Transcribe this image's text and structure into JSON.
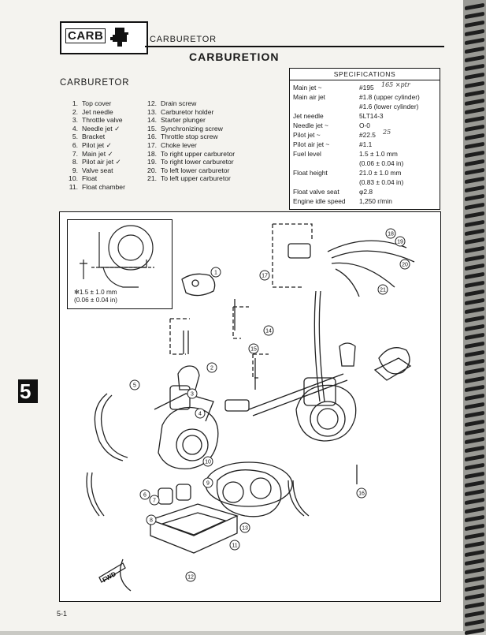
{
  "header": {
    "section_tag": "CARB",
    "section_title": "CARBURETOR",
    "main_title": "CARBURETION"
  },
  "carb_icon": "carburetor-icon",
  "parts_heading": "CARBURETOR",
  "parts_col1": [
    {
      "n": "1.",
      "label": "Top cover"
    },
    {
      "n": "2.",
      "label": "Jet needle"
    },
    {
      "n": "3.",
      "label": "Throttle valve"
    },
    {
      "n": "4.",
      "label": "Needle jet ✓"
    },
    {
      "n": "5.",
      "label": "Bracket"
    },
    {
      "n": "6.",
      "label": "Pilot jet ✓"
    },
    {
      "n": "7.",
      "label": "Main jet ✓"
    },
    {
      "n": "8.",
      "label": "Pilot air jet ✓"
    },
    {
      "n": "9.",
      "label": "Valve seat"
    },
    {
      "n": "10.",
      "label": "Float"
    },
    {
      "n": "11.",
      "label": "Float chamber"
    }
  ],
  "parts_col2": [
    {
      "n": "12.",
      "label": "Drain screw"
    },
    {
      "n": "13.",
      "label": "Carburetor holder"
    },
    {
      "n": "14.",
      "label": "Starter plunger"
    },
    {
      "n": "15.",
      "label": "Synchronizing screw"
    },
    {
      "n": "16.",
      "label": "Throttle stop screw"
    },
    {
      "n": "17.",
      "label": "Choke lever"
    },
    {
      "n": "18.",
      "label": "To right upper carburetor"
    },
    {
      "n": "19.",
      "label": "To right lower carburetor"
    },
    {
      "n": "20.",
      "label": "To left lower carburetor"
    },
    {
      "n": "21.",
      "label": "To left upper carburetor"
    }
  ],
  "specs": {
    "heading": "SPECIFICATIONS",
    "rows": [
      {
        "label": "Main jet ~",
        "value": "#195",
        "note": "165 ×ptr"
      },
      {
        "label": "Main air jet",
        "value": "#1.8 (upper cylinder)"
      },
      {
        "label": "",
        "value": "#1.6 (lower cylinder)"
      },
      {
        "label": "Jet needle",
        "value": "5LT14-3"
      },
      {
        "label": "Needle jet ~",
        "value": "O-0"
      },
      {
        "label": "Pilot jet ~",
        "value": "#22.5",
        "note": "25"
      },
      {
        "label": "Pilot air jet ~",
        "value": "#1.1"
      },
      {
        "label": "Fuel level",
        "value": "1.5 ± 1.0 mm"
      },
      {
        "label": "",
        "value": "(0.06 ± 0.04 in)"
      },
      {
        "label": "Float height",
        "value": "21.0 ± 1.0 mm"
      },
      {
        "label": "",
        "value": "(0.83 ± 0.04 in)"
      },
      {
        "label": "Float valve seat",
        "value": "φ2.8"
      },
      {
        "label": "Engine idle speed",
        "value": "1,250 r/min"
      }
    ]
  },
  "inset": {
    "note_line1": "✻1.5 ± 1.0 mm",
    "note_line2": "(0.06 ± 0.04 in)"
  },
  "callouts": [
    "1",
    "2",
    "3",
    "4",
    "5",
    "6",
    "7",
    "8",
    "9",
    "10",
    "11",
    "12",
    "13",
    "14",
    "15",
    "16",
    "17",
    "18",
    "19",
    "20",
    "21"
  ],
  "fwd_label": "FWD",
  "section_number": "5",
  "page_number": "5-1"
}
